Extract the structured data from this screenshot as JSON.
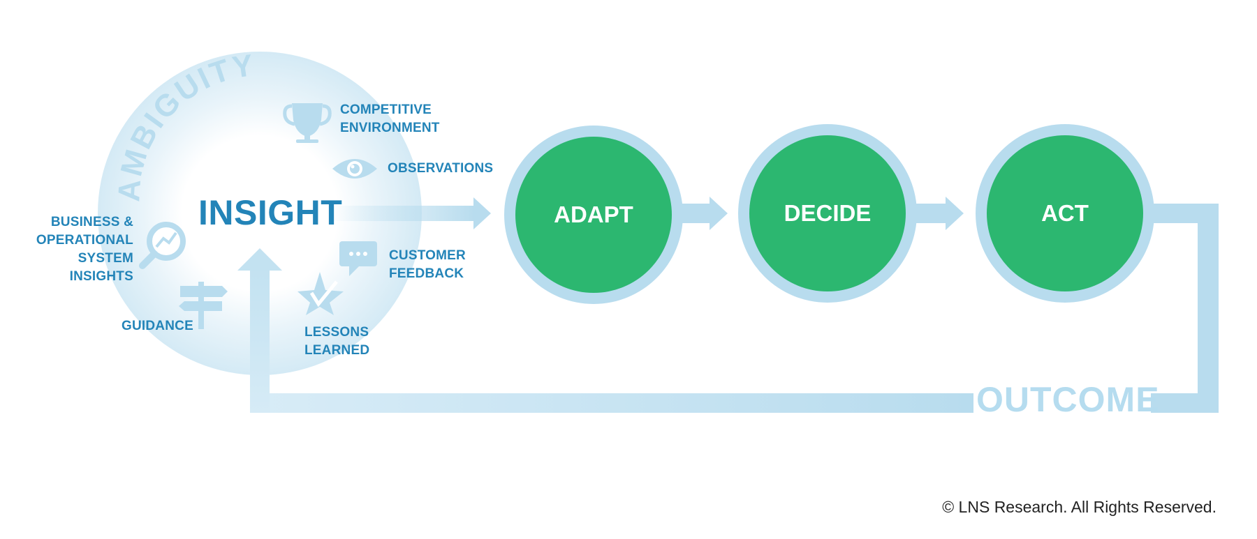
{
  "insight": {
    "title": "INSIGHT",
    "ring_label": "AMBIGUITY",
    "inputs": [
      {
        "label_lines": [
          "COMPETITIVE",
          "ENVIRONMENT"
        ],
        "icon": "trophy-icon"
      },
      {
        "label_lines": [
          "OBSERVATIONS"
        ],
        "icon": "eye-icon"
      },
      {
        "label_lines": [
          "CUSTOMER",
          "FEEDBACK"
        ],
        "icon": "chat-bubble-icon"
      },
      {
        "label_lines": [
          "LESSONS",
          "LEARNED"
        ],
        "icon": "star-icon"
      },
      {
        "label_lines": [
          "GUIDANCE"
        ],
        "icon": "signpost-icon"
      },
      {
        "label_lines": [
          "BUSINESS &",
          "OPERATIONAL",
          "SYSTEM",
          "INSIGHTS"
        ],
        "icon": "magnifier-chart-icon"
      }
    ]
  },
  "stages": [
    "ADAPT",
    "DECIDE",
    "ACT"
  ],
  "outcome": "OUTCOME",
  "copyright": "© LNS Research. All Rights Reserved.",
  "colors": {
    "stage_fill": "#2cb770",
    "stage_ring": "#b8dcee",
    "arrow": "#b8dcee",
    "label_text": "#2384b8",
    "outcome_text": "#b5dcef",
    "halo": "#d7ebf6"
  }
}
